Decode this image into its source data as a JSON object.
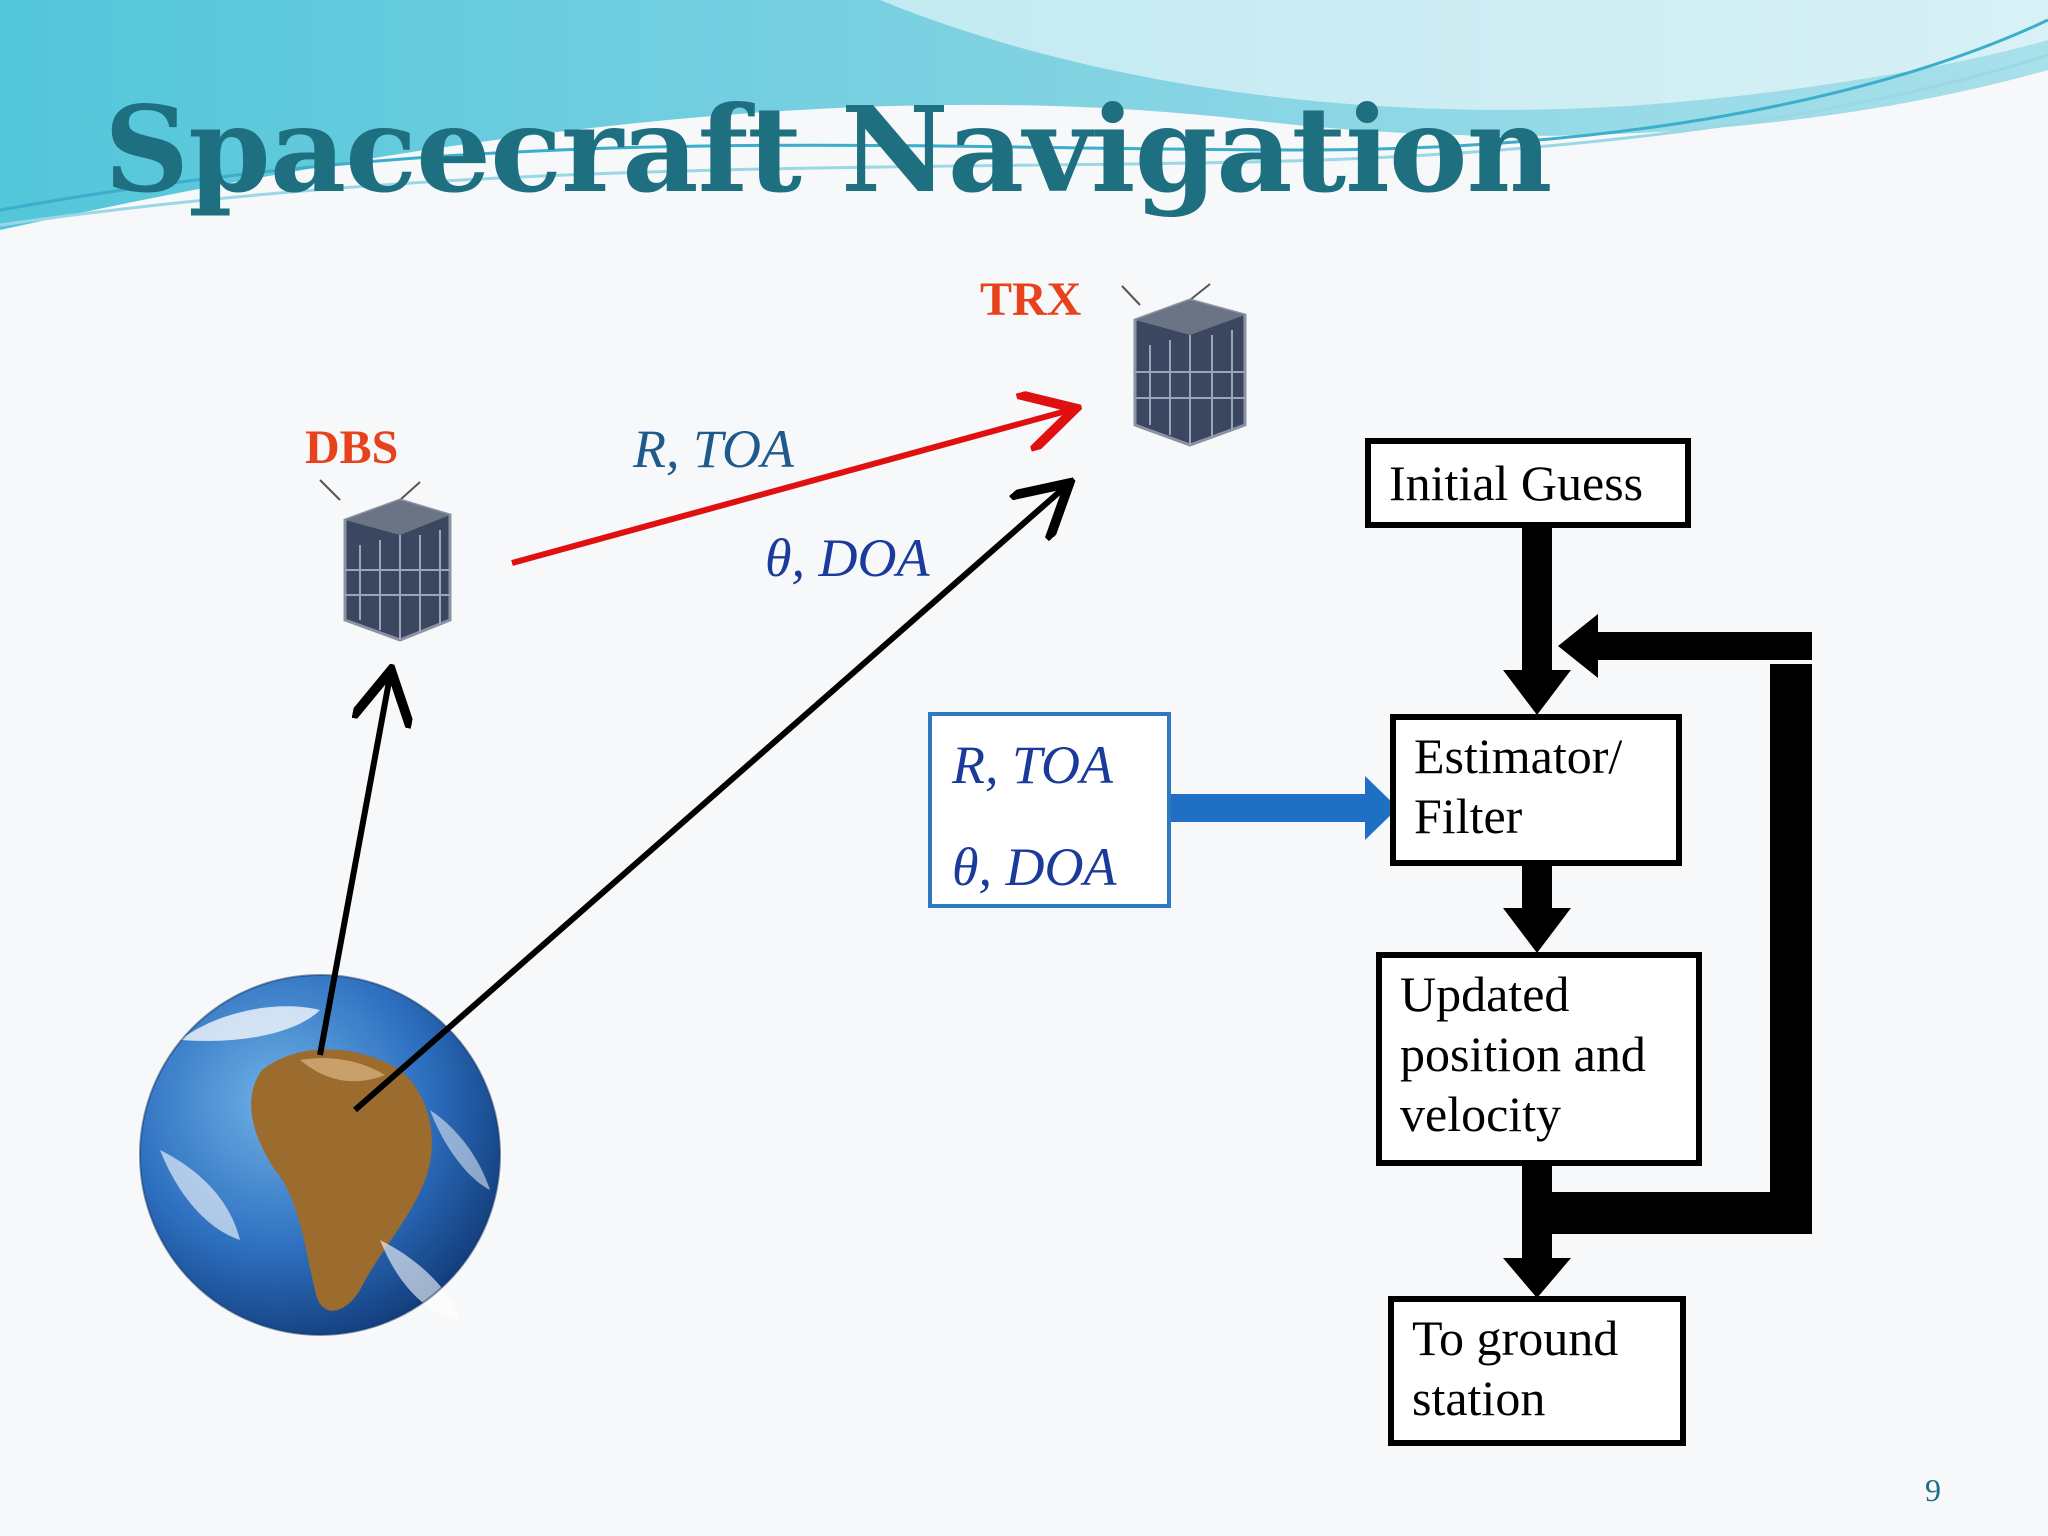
{
  "slide": {
    "title": "Spacecraft Navigation",
    "page_number": "9"
  },
  "satellites": {
    "trx_label": "TRX",
    "dbs_label": "DBS"
  },
  "measurements": {
    "range_label": "R, TOA",
    "angle_label": "θ, DOA"
  },
  "input_box": {
    "line1": "R, TOA",
    "line2": "θ, DOA"
  },
  "flowchart": {
    "initial_guess": "Initial Guess",
    "estimator_line1": "Estimator/",
    "estimator_line2": "Filter",
    "updated_line1": "Updated",
    "updated_line2": "position and",
    "updated_line3": "velocity",
    "ground_line1": "To ground",
    "ground_line2": "station"
  },
  "colors": {
    "title": "#1e6f80",
    "sat_label": "#e8421c",
    "range_label": "#1f5a8a",
    "angle_label": "#1a3a9c",
    "red_arrow": "#e01010",
    "blue_arrow": "#1f6fc4",
    "input_border": "#2f79c0"
  }
}
